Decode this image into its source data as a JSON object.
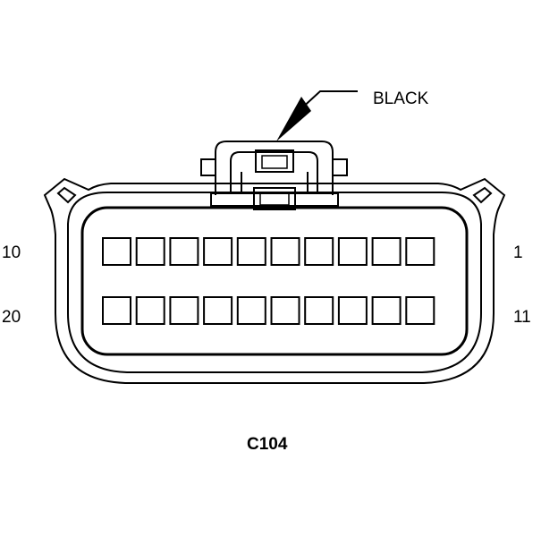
{
  "callout": {
    "label": "BLACK"
  },
  "pin_labels": {
    "top_left": "10",
    "top_right": "1",
    "bottom_left": "20",
    "bottom_right": "11"
  },
  "connector": {
    "id": "C104",
    "rows": 2,
    "cavities_per_row": 10
  },
  "colors": {
    "line": "#000000",
    "background": "#ffffff"
  }
}
